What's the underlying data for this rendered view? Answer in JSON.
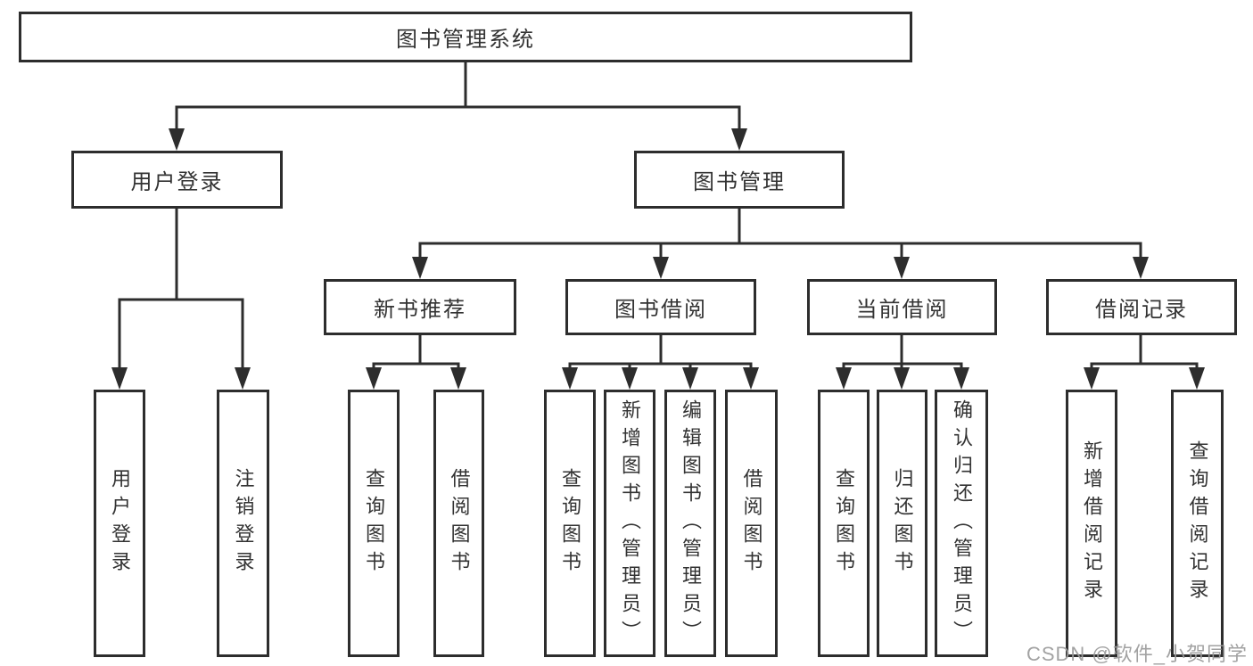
{
  "diagram_title": "图书管理系统",
  "colors": {
    "line": "#2d2d2d",
    "text": "#333333",
    "watermark": "#9b9b9b",
    "background": "#ffffff"
  },
  "nodes": {
    "root": {
      "label": "图书管理系统"
    },
    "user_login": {
      "label": "用户登录"
    },
    "book_mgmt": {
      "label": "图书管理"
    },
    "login": {
      "label": "用户登录"
    },
    "logout": {
      "label": "注销登录"
    },
    "new_books": {
      "label": "新书推荐"
    },
    "new_books_query": {
      "label": "查询图书"
    },
    "new_books_borrow": {
      "label": "借阅图书"
    },
    "book_borrow": {
      "label": "图书借阅"
    },
    "book_borrow_query": {
      "label": "查询图书"
    },
    "book_borrow_add": {
      "label": "新增图书（管理员）"
    },
    "book_borrow_edit": {
      "label": "编辑图书（管理员）"
    },
    "book_borrow_do": {
      "label": "借阅图书"
    },
    "current_borrow": {
      "label": "当前借阅"
    },
    "current_query": {
      "label": "查询图书"
    },
    "current_return": {
      "label": "归还图书"
    },
    "current_confirm": {
      "label": "确认归还（管理员）"
    },
    "borrow_records": {
      "label": "借阅记录"
    },
    "records_add": {
      "label": "新增借阅记录"
    },
    "records_query": {
      "label": "查询借阅记录"
    }
  },
  "watermark": {
    "text": "CSDN @软件_小贺同学"
  }
}
